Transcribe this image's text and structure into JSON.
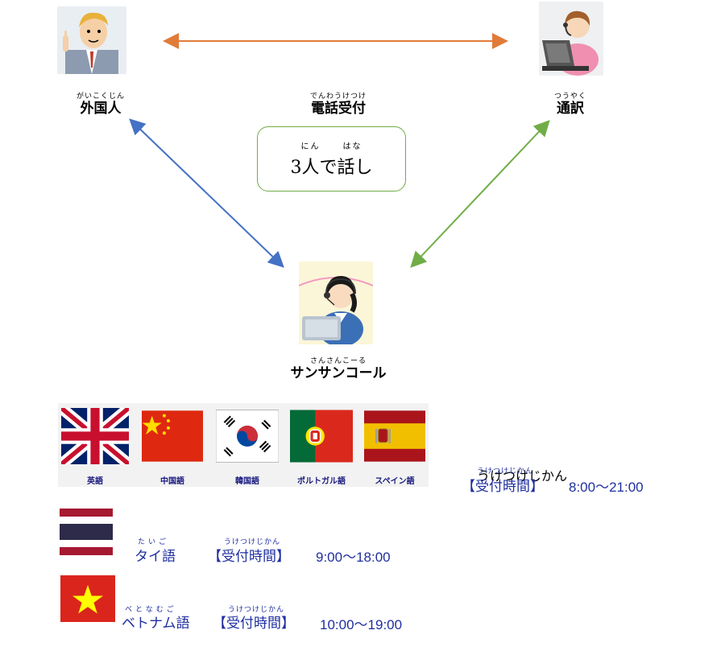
{
  "diagram": {
    "foreigner": {
      "ruby": "がいこくじん",
      "label": "外国人"
    },
    "reception": {
      "ruby": "でんわうけつけ",
      "label": "電話受付"
    },
    "interpreter": {
      "ruby": "つうやく",
      "label": "通訳"
    },
    "call_center": {
      "ruby": "さんさんこーる",
      "label": "サンサンコール"
    },
    "talk_box": {
      "ruby_nin": "にん",
      "ruby_hana": "はな",
      "text": "3人で話し"
    },
    "colors": {
      "orange_arrow": "#e07b39",
      "blue_arrow": "#4472c4",
      "green_arrow": "#70ad47"
    }
  },
  "languages_main": {
    "flags": [
      {
        "name": "UK",
        "label": "英語"
      },
      {
        "name": "China",
        "label": "中国語"
      },
      {
        "name": "Korea",
        "label": "韓国語"
      },
      {
        "name": "Portugal",
        "label": "ポルトガル語"
      },
      {
        "name": "Spain",
        "label": "スペイン語"
      }
    ],
    "hours_ruby": "うけつけじかん",
    "hours_label": "【受付時間】",
    "hours_time": "8:00～21:00"
  },
  "thai": {
    "lang_ruby": "たいご",
    "lang_label": "タイ語",
    "hours_ruby": "うけつけじかん",
    "hours_label": "【受付時間】",
    "hours_time": "9:00～18:00"
  },
  "vietnam": {
    "lang_ruby": "べとなむご",
    "lang_label": "ベトナム語",
    "hours_ruby": "うけつけじかん",
    "hours_label": "【受付時間】",
    "hours_time": "10:00～19:00"
  }
}
